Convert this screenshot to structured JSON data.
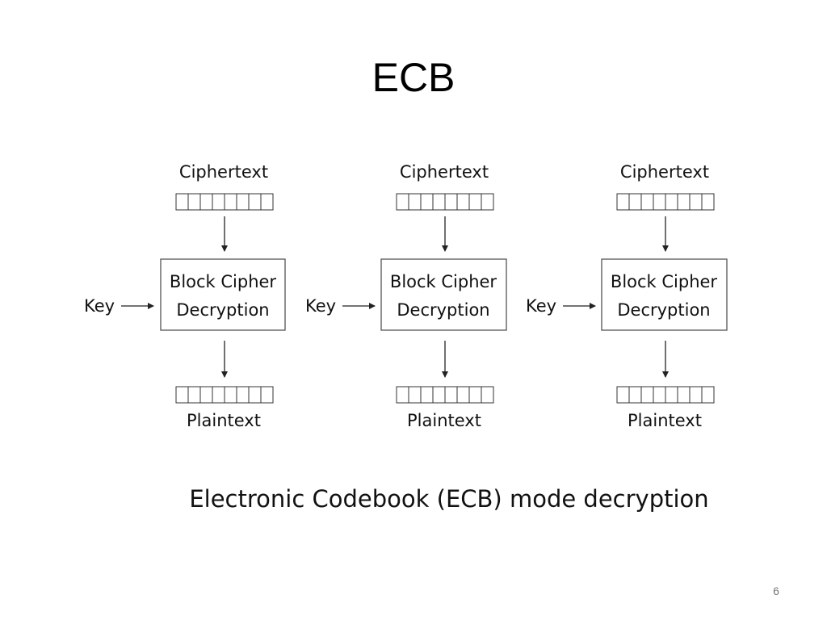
{
  "slide": {
    "title": "ECB",
    "page_number": "6"
  },
  "diagram": {
    "caption": "Electronic Codebook (ECB) mode decryption",
    "stages": [
      {
        "input_label": "Ciphertext",
        "box_line1": "Block Cipher",
        "box_line2": "Decryption",
        "key_label": "Key",
        "output_label": "Plaintext"
      },
      {
        "input_label": "Ciphertext",
        "box_line1": "Block Cipher",
        "box_line2": "Decryption",
        "key_label": "Key",
        "output_label": "Plaintext"
      },
      {
        "input_label": "Ciphertext",
        "box_line1": "Block Cipher",
        "box_line2": "Decryption",
        "key_label": "Key",
        "output_label": "Plaintext"
      }
    ]
  }
}
